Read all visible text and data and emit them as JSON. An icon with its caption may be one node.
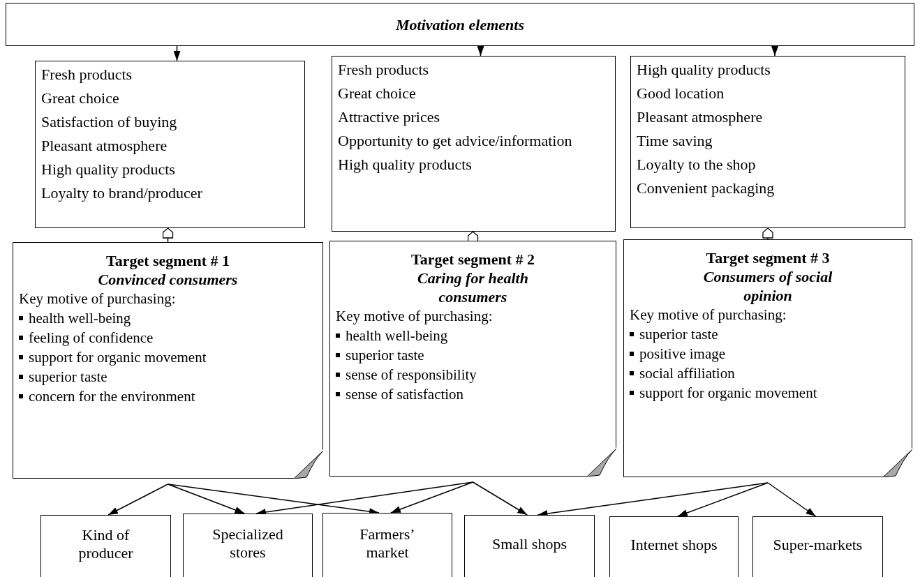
{
  "diagram": {
    "nodes": [
      {
        "text": [
          "Motivation elements"
        ]
      },
      {
        "text": [
          "Fresh products",
          "Great choice",
          "Satisfaction of buying",
          "Pleasant atmosphere",
          "High quality products",
          "Loyalty to brand/producer"
        ]
      },
      {
        "text": [
          "Fresh products",
          "Great choice",
          "Attractive prices",
          "Opportunity to get advice/information",
          "High quality products"
        ]
      },
      {
        "text": [
          "High quality products",
          "Good location",
          "Pleasant atmosphere",
          "Time saving",
          "Loyalty to the shop",
          "Convenient packaging"
        ]
      },
      {
        "text": [
          "Target segment # 1",
          "Convinced consumers",
          "Key motive of purchasing:",
          "health well-being",
          "feeling of confidence",
          "support for organic movement",
          "superior taste",
          "concern for the environment"
        ]
      },
      {
        "text": [
          "Target segment # 2",
          "Caring for health consumers",
          "Key motive of purchasing:",
          "health well-being",
          "superior taste",
          "sense of responsibility",
          "sense of satisfaction"
        ]
      },
      {
        "text": [
          "Target segment # 3",
          "Consumers of social opinion",
          "Key motive of purchasing:",
          "superior taste",
          "positive image",
          "social affiliation",
          "support for organic movement"
        ]
      },
      {
        "text": [
          "Kind of producer"
        ]
      },
      {
        "text": [
          "Specialized stores"
        ]
      },
      {
        "text": [
          "Farmers’ market"
        ]
      },
      {
        "text": [
          "Small shops"
        ]
      },
      {
        "text": [
          "Internet shops"
        ]
      },
      {
        "text": [
          "Super-markets"
        ]
      }
    ],
    "edges": [
      {
        "from": 0,
        "to": 1,
        "arrow": "to"
      },
      {
        "from": 0,
        "to": 2,
        "arrow": "to"
      },
      {
        "from": 0,
        "to": 3,
        "arrow": "to"
      },
      {
        "from": 4,
        "to": 1,
        "arrow": "to"
      },
      {
        "from": 5,
        "to": 2,
        "arrow": "to"
      },
      {
        "from": 6,
        "to": 3,
        "arrow": "to"
      },
      {
        "from": 4,
        "to": 7,
        "arrow": "to"
      },
      {
        "from": 4,
        "to": 8,
        "arrow": "to"
      },
      {
        "from": 4,
        "to": 9,
        "arrow": "to"
      },
      {
        "from": 5,
        "to": 8,
        "arrow": "to"
      },
      {
        "from": 5,
        "to": 9,
        "arrow": "to"
      },
      {
        "from": 5,
        "to": 10,
        "arrow": "to"
      },
      {
        "from": 6,
        "to": 10,
        "arrow": "to"
      },
      {
        "from": 6,
        "to": 11,
        "arrow": "to"
      },
      {
        "from": 6,
        "to": 12,
        "arrow": "to"
      }
    ]
  }
}
